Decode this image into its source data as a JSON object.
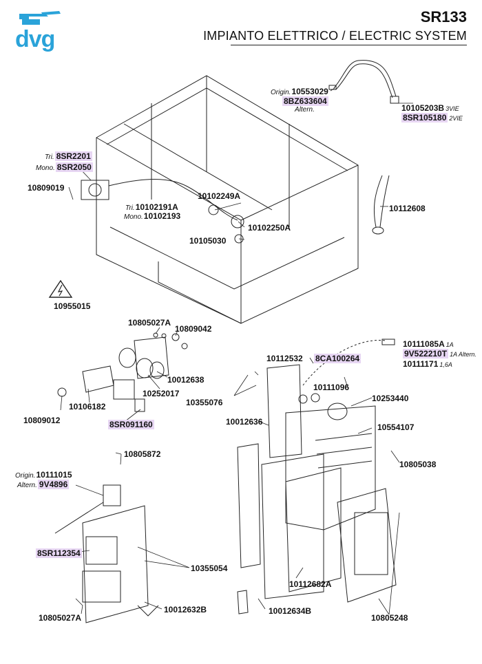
{
  "header": {
    "brand": "dvg",
    "model": "SR133",
    "title": "IMPIANTO ELETTRICO / ELECTRIC SYSTEM"
  },
  "colors": {
    "brand_blue": "#2aa3d9",
    "highlight": "#e7d6f3",
    "line": "#222222"
  },
  "parts": {
    "p10553029": {
      "prefix": "Origin.",
      "code": "10553029"
    },
    "p8BZ633604": {
      "code": "8BZ633604"
    },
    "alt_note": "Altern.",
    "p10105203B": {
      "code": "10105203B",
      "suffix": "3VIE"
    },
    "p8SR105180": {
      "code": "8SR105180",
      "suffix": "2VIE"
    },
    "p8SR2201": {
      "prefix": "Tri.",
      "code": "8SR2201"
    },
    "p8SR2050": {
      "prefix": "Mono.",
      "code": "8SR2050"
    },
    "p10809019": {
      "code": "10809019"
    },
    "p10102249A": {
      "code": "10102249A"
    },
    "p10102191A": {
      "prefix": "Tri.",
      "code": "10102191A"
    },
    "p10102193": {
      "prefix": "Mono.",
      "code": "10102193"
    },
    "p10112608": {
      "code": "10112608"
    },
    "p10102250A": {
      "code": "10102250A"
    },
    "p10105030": {
      "code": "10105030"
    },
    "p10955015": {
      "code": "10955015"
    },
    "p10805027A_top": {
      "code": "10805027A"
    },
    "p10809042": {
      "code": "10809042"
    },
    "p10012638": {
      "code": "10012638"
    },
    "p10106182": {
      "code": "10106182"
    },
    "p10252017": {
      "code": "10252017"
    },
    "p10809012": {
      "code": "10809012"
    },
    "p8SR091160": {
      "code": "8SR091160"
    },
    "p10112532": {
      "code": "10112532"
    },
    "p8CA100264": {
      "code": "8CA100264"
    },
    "p10111096": {
      "code": "10111096"
    },
    "p10355076": {
      "code": "10355076"
    },
    "p10111085A": {
      "code": "10111085A",
      "suffix": "1A"
    },
    "p9V522210T": {
      "code": "9V522210T",
      "suffix": "1A Altern."
    },
    "p10111171": {
      "code": "10111171",
      "suffix": "1,6A"
    },
    "p10253440": {
      "code": "10253440"
    },
    "p10012636": {
      "code": "10012636"
    },
    "p10554107": {
      "code": "10554107"
    },
    "p10805872": {
      "code": "10805872"
    },
    "p10805038": {
      "code": "10805038"
    },
    "p10111015": {
      "prefix": "Origin.",
      "code": "10111015"
    },
    "p9V4896": {
      "prefix": "Altern.",
      "code": "9V4896"
    },
    "p8SR112354": {
      "code": "8SR112354"
    },
    "p10355054": {
      "code": "10355054"
    },
    "p10112682A": {
      "code": "10112682A"
    },
    "p10012632B": {
      "code": "10012632B"
    },
    "p10012634B": {
      "code": "10012634B"
    },
    "p10805027A_bot": {
      "code": "10805027A"
    },
    "p10805248": {
      "code": "10805248"
    }
  }
}
